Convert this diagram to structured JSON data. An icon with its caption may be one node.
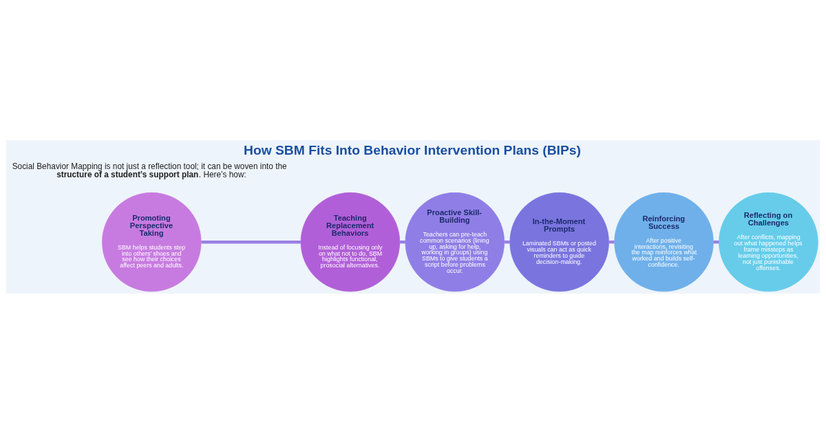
{
  "diagram": {
    "title": "How SBM Fits Into Behavior Intervention Plans (BIPs)",
    "nodes": [
      {
        "text": [
          "Promoting Perspective Taking",
          "SBM helps students step into others’ shoes and see how their choices affect peers and adults."
        ]
      },
      {
        "text": [
          "Teaching Replacement Behaviors",
          "Instead of focusing only on what not to do, SBM highlights functional, prosocial alternatives."
        ]
      },
      {
        "text": [
          "Proactive Skill-Building",
          "Teachers can pre-teach common scenarios (lining up, asking for help, working in groups) using SBMs to give students a script before problems occur."
        ]
      },
      {
        "text": [
          "In-the-Moment Prompts",
          "Laminated SBMs or posted visuals can act as quick reminders to guide decision-making."
        ]
      },
      {
        "text": [
          "Reinforcing Success",
          "After positive interactions, revisiting the map reinforces what worked and builds self-confidence."
        ]
      },
      {
        "text": [
          "Reflecting on Challenges",
          "After conflicts, mapping out what happened helps frame missteps as learning opportunities, not just punishable offenses."
        ]
      }
    ],
    "edges": [
      {
        "from": 0,
        "to": 1,
        "arrow": "none"
      },
      {
        "from": 1,
        "to": 2,
        "arrow": "none"
      },
      {
        "from": 2,
        "to": 3,
        "arrow": "none"
      },
      {
        "from": 3,
        "to": 4,
        "arrow": "none"
      },
      {
        "from": 4,
        "to": 5,
        "arrow": "none"
      }
    ],
    "labels": [
      "Social Behavior Mapping is not just a reflection tool; it can be woven into the **structure of a student’s support plan**. Here’s how:"
    ]
  }
}
